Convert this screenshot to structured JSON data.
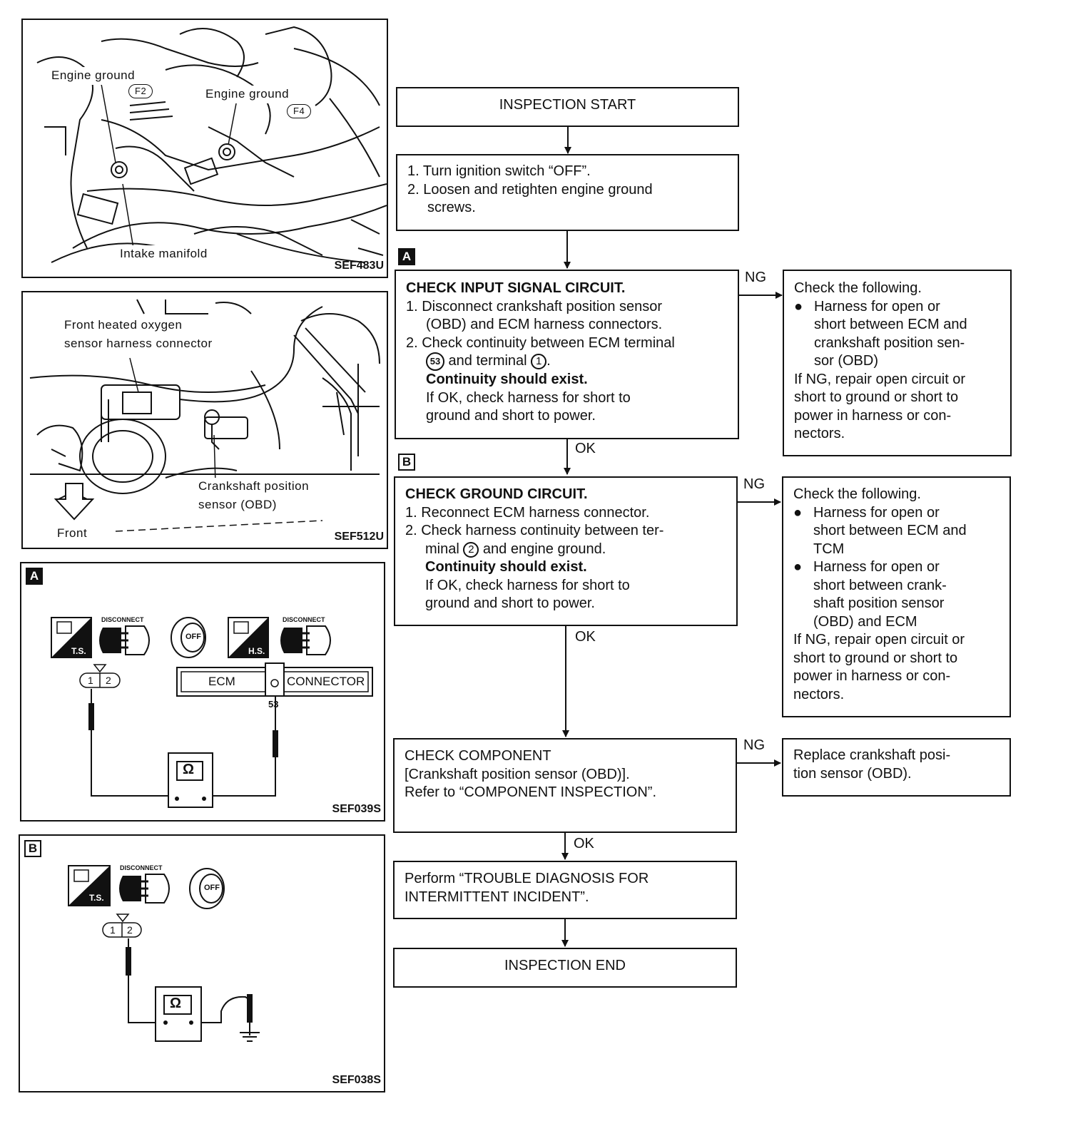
{
  "figures": {
    "fig1": {
      "code": "SEF483U",
      "labels": {
        "engine_ground_1": "Engine ground",
        "f2": "F2",
        "engine_ground_2": "Engine ground",
        "f4": "F4",
        "intake_manifold": "Intake manifold"
      }
    },
    "fig2": {
      "code": "SEF512U",
      "labels": {
        "sensor_conn_1": "Front heated oxygen",
        "sensor_conn_2": "sensor harness connector",
        "crank_1": "Crankshaft position",
        "crank_2": "sensor (OBD)",
        "front": "Front"
      }
    },
    "fig3": {
      "code": "SEF039S",
      "tag": "A",
      "ts": "T.S.",
      "hs": "H.S.",
      "disconnect_1": "DISCONNECT",
      "disconnect_2": "DISCONNECT",
      "off": "OFF",
      "pin1": "1",
      "pin2": "2",
      "ecm": "ECM",
      "connector": "CONNECTOR",
      "terminal": "53",
      "ohm": "Ω"
    },
    "fig4": {
      "code": "SEF038S",
      "tag": "B",
      "ts": "T.S.",
      "disconnect": "DISCONNECT",
      "off": "OFF",
      "pin1": "1",
      "pin2": "2",
      "ohm": "Ω"
    }
  },
  "flow": {
    "start": "INSPECTION START",
    "step1": {
      "line1": "1. Turn ignition switch “OFF”.",
      "line2": "2. Loosen and retighten engine ground",
      "line3": "screws."
    },
    "tag_a": "A",
    "check_input": {
      "title": "CHECK INPUT SIGNAL CIRCUIT.",
      "l1": "1. Disconnect crankshaft position sensor",
      "l2": "(OBD) and ECM harness connectors.",
      "l3": "2. Check continuity between ECM terminal",
      "l4a": "53",
      "l4b": " and terminal ",
      "l4c": "1",
      "l4d": ".",
      "l5": "Continuity should exist.",
      "l6": "If OK, check harness for short to",
      "l7": "ground and short to power."
    },
    "ng_a": {
      "label": "NG",
      "l1": "Check the following.",
      "b1_1": "Harness for open or",
      "b1_2": "short between ECM and",
      "b1_3": "crankshaft position sen-",
      "b1_4": "sor (OBD)",
      "l2": "If NG, repair open circuit or",
      "l3": "short to ground or short to",
      "l4": "power in harness or con-",
      "l5": "nectors."
    },
    "ok_a": "OK",
    "tag_b": "B",
    "check_ground": {
      "title": "CHECK GROUND CIRCUIT.",
      "l1": "1. Reconnect ECM harness connector.",
      "l2": "2. Check harness continuity between ter-",
      "l3a": "minal ",
      "l3b": "2",
      "l3c": " and engine ground.",
      "l4": "Continuity should exist.",
      "l5": "If OK, check harness for short to",
      "l6": "ground and short to power."
    },
    "ng_b": {
      "label": "NG",
      "l1": "Check the following.",
      "b1_1": "Harness for open or",
      "b1_2": "short between ECM and",
      "b1_3": "TCM",
      "b2_1": "Harness for open or",
      "b2_2": "short between crank-",
      "b2_3": "shaft position sensor",
      "b2_4": "(OBD) and ECM",
      "l2": "If NG, repair open circuit or",
      "l3": "short to ground or short to",
      "l4": "power in harness or con-",
      "l5": "nectors."
    },
    "ok_b": "OK",
    "check_component": {
      "l1": "CHECK COMPONENT",
      "l2": "[Crankshaft position sensor (OBD)].",
      "l3": "Refer to “COMPONENT INSPECTION”."
    },
    "ng_c": {
      "label": "NG",
      "l1": "Replace crankshaft posi-",
      "l2": "tion sensor (OBD)."
    },
    "ok_c": "OK",
    "perform": {
      "l1": "Perform “TROUBLE DIAGNOSIS FOR",
      "l2": "INTERMITTENT INCIDENT”."
    },
    "end": "INSPECTION END"
  }
}
